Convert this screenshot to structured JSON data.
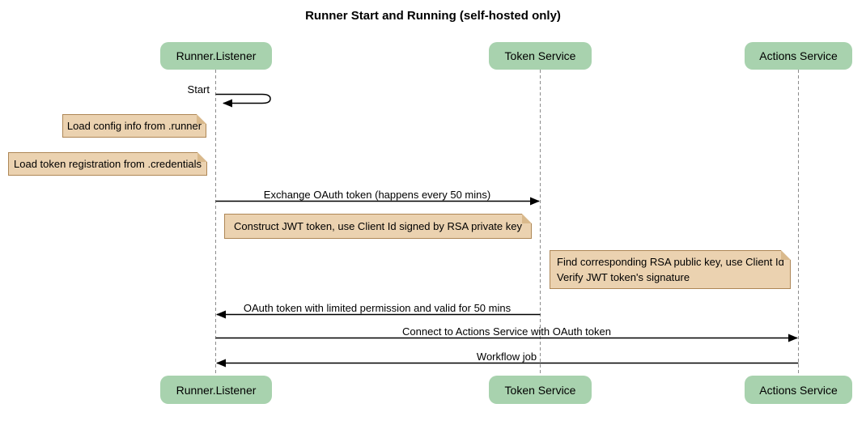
{
  "title": "Runner Start and Running (self-hosted only)",
  "participants": [
    {
      "name": "Runner.Listener"
    },
    {
      "name": "Token Service"
    },
    {
      "name": "Actions Service"
    }
  ],
  "messages": [
    {
      "from": "Runner.Listener",
      "to": "Runner.Listener",
      "label": "Start",
      "kind": "self"
    },
    {
      "from": "Runner.Listener",
      "to": "Token Service",
      "label": "Exchange OAuth token (happens every 50 mins)",
      "kind": "arrow-right"
    },
    {
      "from": "Token Service",
      "to": "Runner.Listener",
      "label": "OAuth token with limited permission and valid for 50 mins",
      "kind": "arrow-left"
    },
    {
      "from": "Runner.Listener",
      "to": "Actions Service",
      "label": "Connect to Actions Service with OAuth token",
      "kind": "arrow-right"
    },
    {
      "from": "Actions Service",
      "to": "Runner.Listener",
      "label": "Workflow job",
      "kind": "arrow-left"
    }
  ],
  "notes": [
    {
      "position": "left of Runner.Listener",
      "text": "Load config info from .runner"
    },
    {
      "position": "left of Runner.Listener",
      "text": "Load token registration from .credentials"
    },
    {
      "position": "right of Runner.Listener",
      "text": "Construct JWT token, use Client Id signed by RSA private key"
    },
    {
      "position": "right of Token Service",
      "lines": [
        "Find corresponding RSA public key, use Client Id",
        "Verify JWT token's signature"
      ]
    }
  ],
  "colors": {
    "participant_fill": "#A8D2AE",
    "note_fill": "#EBD2B0",
    "note_border": "#AE8756",
    "note_fold": "#D9B98C",
    "lifeline": "#8C8C8C",
    "arrow": "#000000",
    "text": "#000000",
    "background": "#FFFFFF"
  }
}
